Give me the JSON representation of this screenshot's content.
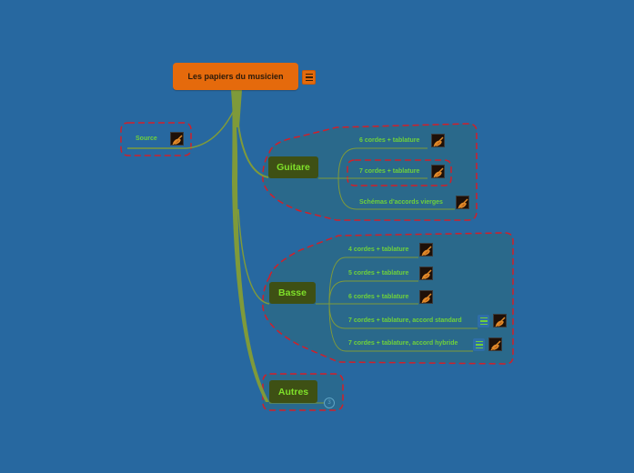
{
  "colors": {
    "background": "#2768a0",
    "root_fill": "#e56a0c",
    "main_node_fill": "#3e5014",
    "main_node_text": "#7fe02a",
    "leaf_text": "#6fd13b",
    "connector": "#7f9a3a",
    "boundary_stroke": "#d0202a",
    "boundary_fill": "#2c6a84"
  },
  "root": {
    "label": "Les papiers du musicien",
    "note_icon": "note-icon"
  },
  "source": {
    "label": "Source",
    "icon": "guitar-image-icon"
  },
  "guitare": {
    "label": "Guitare",
    "children": [
      {
        "label": "6 cordes + tablature",
        "icon": "guitar-image-icon"
      },
      {
        "label": "7 cordes + tablature",
        "icon": "guitar-image-icon"
      },
      {
        "label": "Schémas d'accords vierges",
        "icon": "guitar-image-icon"
      }
    ]
  },
  "basse": {
    "label": "Basse",
    "children": [
      {
        "label": "4 cordes + tablature",
        "icon": "guitar-image-icon"
      },
      {
        "label": "5 cordes + tablature",
        "icon": "guitar-image-icon"
      },
      {
        "label": "6 cordes + tablature",
        "icon": "guitar-image-icon"
      },
      {
        "label": "7 cordes + tablature, accord standard",
        "icon": "guitar-image-icon",
        "note_icon": "note-icon"
      },
      {
        "label": "7 cordes + tablature, accord hybride",
        "icon": "guitar-image-icon",
        "note_icon": "note-icon"
      }
    ]
  },
  "autres": {
    "label": "Autres",
    "collapsed_count": "3"
  }
}
